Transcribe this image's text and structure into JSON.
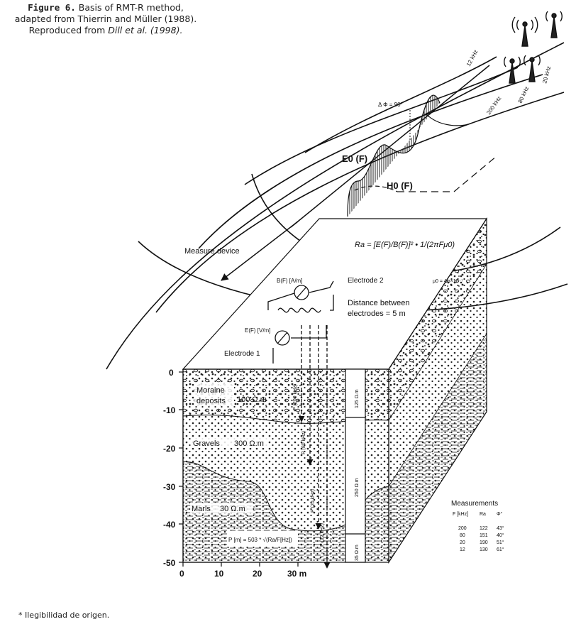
{
  "caption": {
    "figure_label": "Figure 6.",
    "line1_rest": "Basis of RMT-R method,",
    "line2": "adapted from Thierrin and Müller (1988).",
    "line3_prefix": "Reproduced from",
    "line3_citation": "Dill et al. (1998)."
  },
  "diagram": {
    "transmitter_freqs": [
      "12 kHz",
      "200 kHz",
      "80 kHz",
      "20 kHz"
    ],
    "phase_label": "Δ Φ = 90°",
    "e_field_label": "E0 (F)",
    "h_field_label": "H0 (F)",
    "formula": "Ra = [E(F)/B(F)]² • 1/(2πFμ0)",
    "mu_label": "μ0 = 4π×10⁻⁷",
    "measure_device": "Measure device",
    "b_field_label": "B(F) [A/m]",
    "e_field_unit_label": "E(F) [V/m]",
    "electrode_1": "Electrode 1",
    "electrode_2": "Electrode 2",
    "distance_line1": "Distance between",
    "distance_line2": "electrodes = 5 m",
    "layers": {
      "moraine_1": "Moraine",
      "moraine_2": "deposits",
      "moraine_res": "100 Ω.m",
      "gravels": "Gravels",
      "gravels_res": "300 Ω.m",
      "marls": "Marls",
      "marls_res": "30 Ω.m"
    },
    "depth_ticks": [
      "0",
      "-10",
      "-20",
      "-30",
      "-40",
      "-50"
    ],
    "x_ticks": [
      "0",
      "10",
      "20",
      "30 m"
    ],
    "penetration_labels": [
      "P (200 kHz)",
      "P (80 kHz)",
      "P (20 kHz)",
      "P (12 kHz)"
    ],
    "penetration_formula": "P [m] = 503 * √(Ra/F[Hz])",
    "borehole_resistivities": [
      "125 Ω.m",
      "250 Ω.m",
      "35 Ω.m"
    ]
  },
  "measurements": {
    "title": "Measurements",
    "headers": [
      "F [kHz]",
      "Ra",
      "Φ°"
    ],
    "rows": [
      [
        "200",
        "122",
        "43°"
      ],
      [
        "80",
        "151",
        "40°"
      ],
      [
        "20",
        "190",
        "51°"
      ],
      [
        "12",
        "130",
        "61°"
      ]
    ]
  },
  "footnote": "* Ilegibilidad de origen."
}
